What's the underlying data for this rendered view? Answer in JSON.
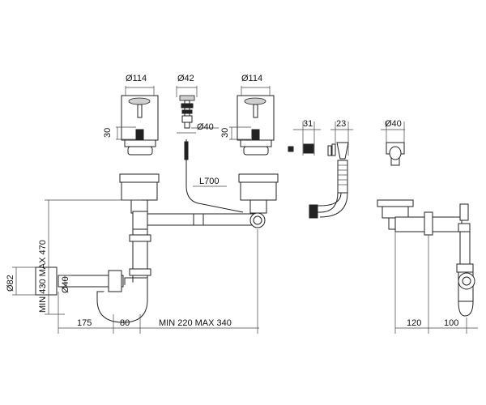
{
  "dimensions": {
    "d114_left": "Ø114",
    "d42": "Ø42",
    "d114_right": "Ø114",
    "d40_top": "Ø40",
    "h30_left": "30",
    "h30_right": "30",
    "w31": "31",
    "w23": "23",
    "d40_elbow": "Ø40",
    "l700": "L700",
    "height_range": "MIN 430 MAX 470",
    "d40_pipe": "Ø40",
    "d82": "Ø82",
    "w175": "175",
    "w80": "80",
    "span": "MIN 220 MAX 340",
    "w120": "120",
    "w100": "100"
  }
}
